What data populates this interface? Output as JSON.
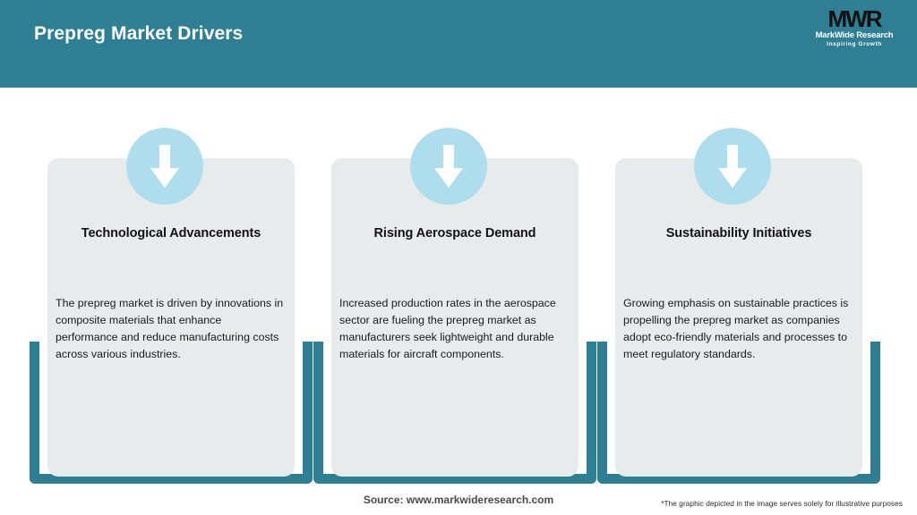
{
  "header": {
    "title": "Prepreg Market Drivers",
    "band_color": "#2e7f94",
    "logo": {
      "mark": "MWR",
      "name": "MarkWide Research",
      "tagline": "Inspiring Growth"
    }
  },
  "theme": {
    "accent_teal": "#2e7f94",
    "card_background": "#e8ebec",
    "icon_circle": "#aedeed",
    "arrow_color": "#ffffff",
    "title_color": "#131313",
    "body_color": "#1a1a1a"
  },
  "cards": [
    {
      "icon": "arrow-down-icon",
      "title": "Technological Advancements",
      "body": "The prepreg market is driven by innovations in composite materials that enhance performance and reduce manufacturing costs across various industries."
    },
    {
      "icon": "arrow-down-icon",
      "title": "Rising Aerospace Demand",
      "body": "Increased production rates in the aerospace sector are fueling the prepreg market as manufacturers seek lightweight and durable materials for aircraft components."
    },
    {
      "icon": "arrow-down-icon",
      "title": "Sustainability Initiatives",
      "body": "Growing emphasis on sustainable practices is propelling the prepreg market as companies adopt eco-friendly materials and processes to meet regulatory standards."
    }
  ],
  "footer": {
    "source": "Source: www.markwideresearch.com",
    "disclaimer": "*The graphic depicted in the image serves solely for illustrative purposes"
  }
}
